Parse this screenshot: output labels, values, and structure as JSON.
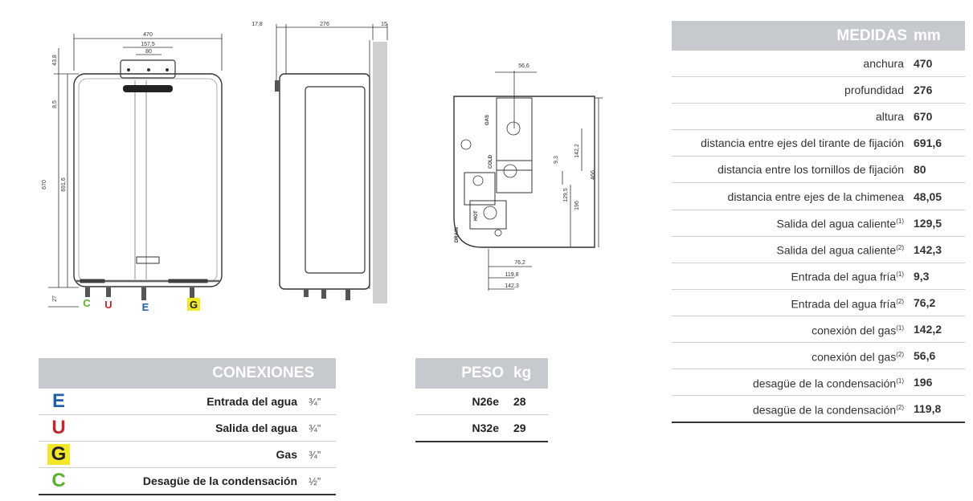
{
  "colors": {
    "E": "#1f5fa8",
    "U": "#c0282d",
    "G_text": "#222222",
    "G_bg": "#f2e829",
    "C": "#5bb130",
    "header_bg": "#c6c9cd"
  },
  "drawing1": {
    "dims": {
      "width": "470",
      "a": "157,5",
      "b": "80",
      "top": "43,8",
      "c": "8,5",
      "height": "670",
      "inner": "691,6",
      "bottom": "27"
    },
    "labels": {
      "C": "C",
      "U": "U",
      "E": "E",
      "G": "G"
    }
  },
  "drawing2": {
    "dims": {
      "left": "17,8",
      "depth": "276",
      "right": "15"
    }
  },
  "drawing3": {
    "dims": {
      "gas": "56,6",
      "h1": "142,2",
      "h2": "466",
      "h3": "9,3",
      "h4": "129,5",
      "h5": "196",
      "w1": "76,2",
      "w2": "119,8",
      "w3": "142,3"
    },
    "labels": {
      "gas": "GAS",
      "cold": "COLD",
      "hot": "HOT",
      "drain": "DRAIN"
    }
  },
  "medidas": {
    "title": "MEDIDAS",
    "unit": "mm",
    "rows": [
      {
        "label": "anchura",
        "sup": "",
        "value": "470"
      },
      {
        "label": "profundidad",
        "sup": "",
        "value": "276"
      },
      {
        "label": "altura",
        "sup": "",
        "value": "670"
      },
      {
        "label": "distancia entre ejes del tirante de fijación",
        "sup": "",
        "value": "691,6"
      },
      {
        "label": "distancia entre los tornillos de fijación",
        "sup": "",
        "value": "80"
      },
      {
        "label": "distancia entre ejes de la chimenea",
        "sup": "",
        "value": "48,05"
      },
      {
        "label": "Salida del agua caliente",
        "sup": "(1)",
        "value": "129,5"
      },
      {
        "label": "Salida del agua caliente",
        "sup": "(2)",
        "value": "142,3"
      },
      {
        "label": "Entrada del agua fría",
        "sup": "(1)",
        "value": "9,3"
      },
      {
        "label": "Entrada del agua fría",
        "sup": "(2)",
        "value": "76,2"
      },
      {
        "label": "conexión del gas",
        "sup": "(1)",
        "value": "142,2"
      },
      {
        "label": "conexión del gas",
        "sup": "(2)",
        "value": "56,6"
      },
      {
        "label": "desagüe de la condensación",
        "sup": "(1)",
        "value": "196"
      },
      {
        "label": "desagüe de la condensación",
        "sup": "(2)",
        "value": "119,8"
      }
    ]
  },
  "conexiones": {
    "title": "CONEXIONES",
    "rows": [
      {
        "code": "E",
        "name": "Entrada del agua",
        "size": "¾”"
      },
      {
        "code": "U",
        "name": "Salida del agua",
        "size": "¾”"
      },
      {
        "code": "G",
        "name": "Gas",
        "size": "¾”"
      },
      {
        "code": "C",
        "name": "Desagüe de la condensación",
        "size": "½”"
      }
    ]
  },
  "peso": {
    "title": "PESO",
    "unit": "kg",
    "rows": [
      {
        "model": "N26e",
        "value": "28"
      },
      {
        "model": "N32e",
        "value": "29"
      }
    ]
  }
}
